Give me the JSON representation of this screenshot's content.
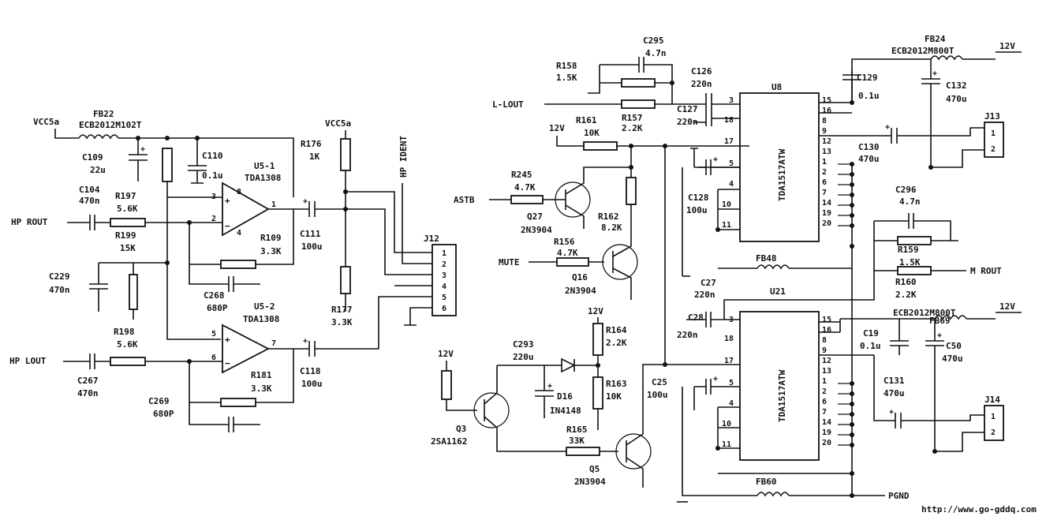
{
  "nets": {
    "vcc5a_left": "VCC5a",
    "vcc5a_mid": "VCC5a",
    "hp_rout": "HP ROUT",
    "hp_lout": "HP LOUT",
    "l_lout": "L-LOUT",
    "astb": "ASTB",
    "mute": "MUTE",
    "m_rout": "M ROUT",
    "pgnd": "PGND",
    "hp_ident": "HP IDENT",
    "v12_a": "12V",
    "v12_b": "12V",
    "v12_c": "12V",
    "v12_d": "12V",
    "v12_e": "12V"
  },
  "ics": {
    "u5_1": {
      "ref": "U5-1",
      "part": "TDA1308"
    },
    "u5_2": {
      "ref": "U5-2",
      "part": "TDA1308"
    },
    "u8": {
      "ref": "U8",
      "part": "TDA1517ATW"
    },
    "u21": {
      "ref": "U21",
      "part": "TDA1517ATW"
    }
  },
  "opamp_pins": {
    "p3": "3",
    "p2": "2",
    "p8": "8",
    "p1": "1",
    "p4": "4",
    "p5": "5",
    "p6": "6",
    "p7": "7"
  },
  "ic_pins": {
    "left": [
      "3",
      "18",
      "17",
      "5",
      "4",
      "10",
      "11"
    ],
    "right": [
      "15",
      "16",
      "8",
      "9",
      "12",
      "13",
      "1",
      "2",
      "6",
      "7",
      "14",
      "19",
      "20"
    ]
  },
  "connectors": {
    "j12": {
      "ref": "J12",
      "pins": [
        "1",
        "2",
        "3",
        "4",
        "5",
        "6"
      ]
    },
    "j13": {
      "ref": "J13",
      "pins": [
        "1",
        "2"
      ]
    },
    "j14": {
      "ref": "J14",
      "pins": [
        "1",
        "2"
      ]
    }
  },
  "components": {
    "fb22": {
      "ref": "FB22",
      "value": "ECB2012M102T"
    },
    "c109": {
      "ref": "C109",
      "value": "22u"
    },
    "c110": {
      "ref": "C110",
      "value": "0.1u"
    },
    "c104": {
      "ref": "C104",
      "value": "470n"
    },
    "r197": {
      "ref": "R197",
      "value": "5.6K"
    },
    "r199": {
      "ref": "R199",
      "value": "15K"
    },
    "c229": {
      "ref": "C229",
      "value": "470n"
    },
    "r198": {
      "ref": "R198",
      "value": "5.6K"
    },
    "c267": {
      "ref": "C267",
      "value": "470n"
    },
    "r109": {
      "ref": "R109",
      "value": "3.3K"
    },
    "c268": {
      "ref": "C268",
      "value": "680P"
    },
    "r181": {
      "ref": "R181",
      "value": "3.3K"
    },
    "c269": {
      "ref": "C269",
      "value": "680P"
    },
    "c111": {
      "ref": "C111",
      "value": "100u"
    },
    "c118": {
      "ref": "C118",
      "value": "100u"
    },
    "r176": {
      "ref": "R176",
      "value": "1K"
    },
    "r177": {
      "ref": "R177",
      "value": "3.3K"
    },
    "r158": {
      "ref": "R158",
      "value": "1.5K"
    },
    "c295": {
      "ref": "C295",
      "value": "4.7n"
    },
    "r157": {
      "ref": "R157",
      "value": "2.2K"
    },
    "c126": {
      "ref": "C126",
      "value": "220n"
    },
    "c127": {
      "ref": "C127",
      "value": "220n"
    },
    "r161": {
      "ref": "R161",
      "value": "10K"
    },
    "r245": {
      "ref": "R245",
      "value": "4.7K"
    },
    "q27": {
      "ref": "Q27",
      "value": "2N3904"
    },
    "r162": {
      "ref": "R162",
      "value": "8.2K"
    },
    "r156": {
      "ref": "R156",
      "value": "4.7K"
    },
    "q16": {
      "ref": "Q16",
      "value": "2N3904"
    },
    "c128": {
      "ref": "C128",
      "value": "100u"
    },
    "fb48": {
      "ref": "FB48",
      "value": ""
    },
    "c27": {
      "ref": "C27",
      "value": "220n"
    },
    "c28": {
      "ref": "C28",
      "value": "220n"
    },
    "fb24": {
      "ref": "FB24",
      "value": "ECB2012M800T"
    },
    "c129": {
      "ref": "C129",
      "value": "0.1u"
    },
    "c132": {
      "ref": "C132",
      "value": "470u"
    },
    "c130": {
      "ref": "C130",
      "value": "470u"
    },
    "c296": {
      "ref": "C296",
      "value": "4.7n"
    },
    "r159": {
      "ref": "R159",
      "value": "1.5K"
    },
    "r160": {
      "ref": "R160",
      "value": "2.2K"
    },
    "fb69": {
      "ref": "FB69",
      "value": "ECB2012M800T"
    },
    "c19": {
      "ref": "C19",
      "value": "0.1u"
    },
    "c50": {
      "ref": "C50",
      "value": "470u"
    },
    "c131": {
      "ref": "C131",
      "value": "470u"
    },
    "c293": {
      "ref": "C293",
      "value": "220u"
    },
    "d16": {
      "ref": "D16",
      "value": "IN4148"
    },
    "r164": {
      "ref": "R164",
      "value": "2.2K"
    },
    "r163": {
      "ref": "R163",
      "value": "10K"
    },
    "q3": {
      "ref": "Q3",
      "value": "2SA1162"
    },
    "r165": {
      "ref": "R165",
      "value": "33K"
    },
    "q5": {
      "ref": "Q5",
      "value": "2N3904"
    },
    "c25": {
      "ref": "C25",
      "value": "100u"
    },
    "fb60": {
      "ref": "FB60",
      "value": ""
    }
  },
  "watermark": "http://www.go-gddq.com"
}
